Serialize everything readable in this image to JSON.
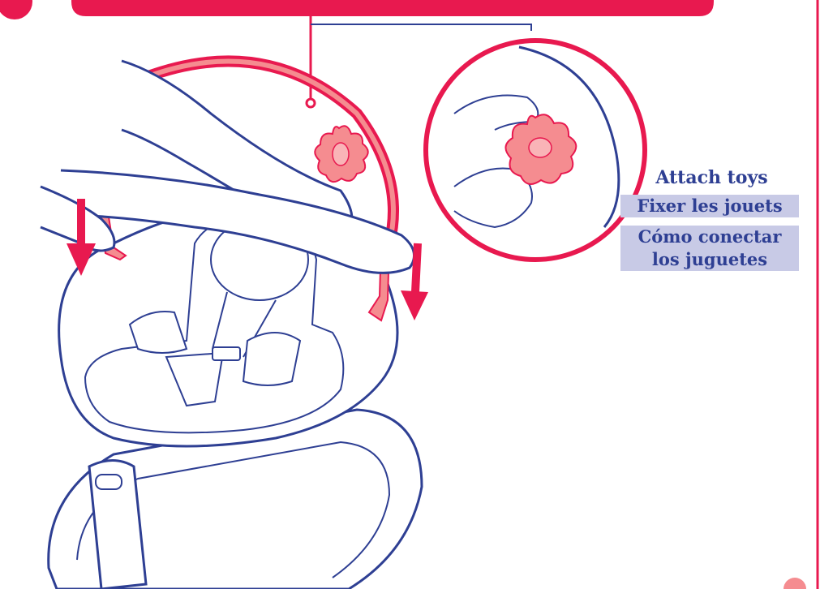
{
  "captions": {
    "english": "Attach toys",
    "french": "Fixer les jouets",
    "spanish_line1": "Cómo conectar",
    "spanish_line2": "los juguetes"
  },
  "colors": {
    "banner": "#e8194f",
    "outline": "#2e3f93",
    "highlight_band": "#c8cae6",
    "toy_fill": "#f58c90"
  }
}
